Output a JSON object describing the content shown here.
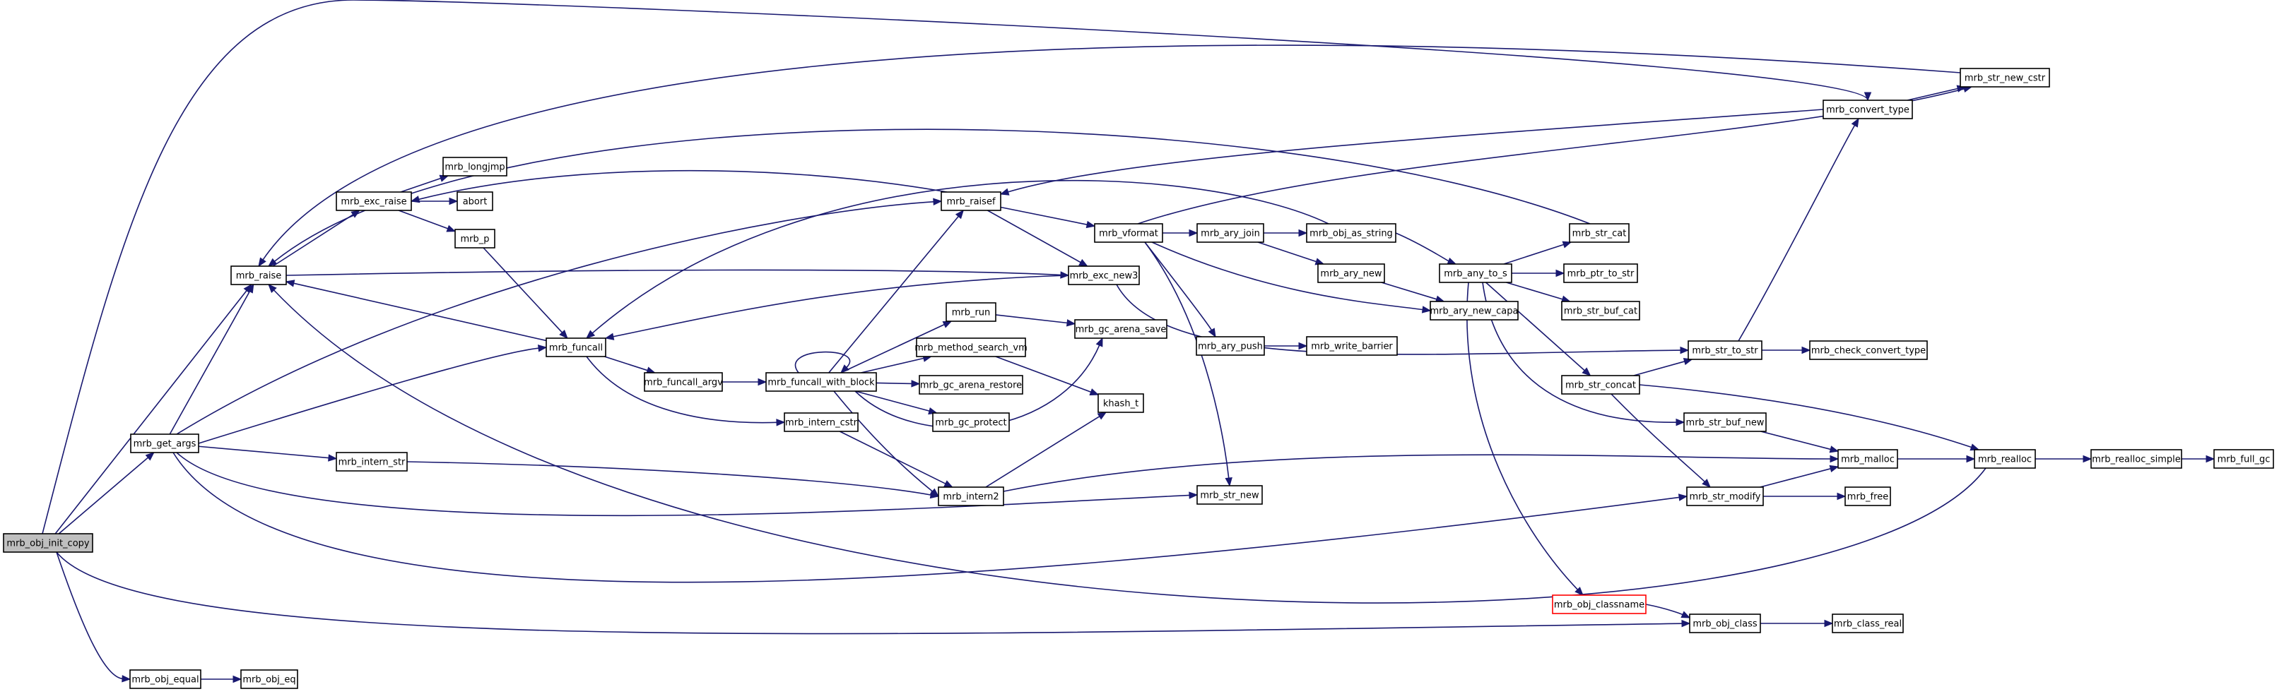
{
  "graph": {
    "kind": "call-graph",
    "root": "mrb_obj_init_copy",
    "colors": {
      "edge": "#191970",
      "node_border": "#000000",
      "root_fill": "#bfbfbf",
      "truncated_border": "#ff0000",
      "background": "#ffffff"
    },
    "nodes": [
      {
        "id": "mrb_obj_init_copy",
        "label": "mrb_obj_init_copy",
        "style": "root"
      },
      {
        "id": "mrb_get_args",
        "label": "mrb_get_args"
      },
      {
        "id": "mrb_raise",
        "label": "mrb_raise"
      },
      {
        "id": "mrb_obj_equal",
        "label": "mrb_obj_equal"
      },
      {
        "id": "mrb_obj_eq",
        "label": "mrb_obj_eq"
      },
      {
        "id": "mrb_exc_raise",
        "label": "mrb_exc_raise"
      },
      {
        "id": "mrb_longjmp",
        "label": "mrb_longjmp"
      },
      {
        "id": "abort",
        "label": "abort"
      },
      {
        "id": "mrb_p",
        "label": "mrb_p"
      },
      {
        "id": "mrb_funcall",
        "label": "mrb_funcall"
      },
      {
        "id": "mrb_funcall_argv",
        "label": "mrb_funcall_argv"
      },
      {
        "id": "mrb_funcall_with_block",
        "label": "mrb_funcall_with_block"
      },
      {
        "id": "mrb_intern_str",
        "label": "mrb_intern_str"
      },
      {
        "id": "mrb_intern_cstr",
        "label": "mrb_intern_cstr"
      },
      {
        "id": "mrb_intern2",
        "label": "mrb_intern2"
      },
      {
        "id": "mrb_raisef",
        "label": "mrb_raisef"
      },
      {
        "id": "mrb_exc_new3",
        "label": "mrb_exc_new3"
      },
      {
        "id": "mrb_run",
        "label": "mrb_run"
      },
      {
        "id": "mrb_method_search_vm",
        "label": "mrb_method_search_vm"
      },
      {
        "id": "mrb_gc_arena_restore",
        "label": "mrb_gc_arena_restore"
      },
      {
        "id": "mrb_gc_protect",
        "label": "mrb_gc_protect"
      },
      {
        "id": "mrb_gc_arena_save",
        "label": "mrb_gc_arena_save"
      },
      {
        "id": "khash_t",
        "label": "khash_t"
      },
      {
        "id": "mrb_vformat",
        "label": "mrb_vformat"
      },
      {
        "id": "mrb_ary_join",
        "label": "mrb_ary_join"
      },
      {
        "id": "mrb_obj_as_string",
        "label": "mrb_obj_as_string"
      },
      {
        "id": "mrb_ary_new",
        "label": "mrb_ary_new"
      },
      {
        "id": "mrb_ary_new_capa",
        "label": "mrb_ary_new_capa"
      },
      {
        "id": "mrb_ary_push",
        "label": "mrb_ary_push"
      },
      {
        "id": "mrb_write_barrier",
        "label": "mrb_write_barrier"
      },
      {
        "id": "mrb_str_new",
        "label": "mrb_str_new"
      },
      {
        "id": "mrb_any_to_s",
        "label": "mrb_any_to_s"
      },
      {
        "id": "mrb_str_cat",
        "label": "mrb_str_cat"
      },
      {
        "id": "mrb_ptr_to_str",
        "label": "mrb_ptr_to_str"
      },
      {
        "id": "mrb_str_buf_cat",
        "label": "mrb_str_buf_cat"
      },
      {
        "id": "mrb_str_concat",
        "label": "mrb_str_concat"
      },
      {
        "id": "mrb_str_buf_new",
        "label": "mrb_str_buf_new"
      },
      {
        "id": "mrb_obj_classname",
        "label": "mrb_obj_classname",
        "style": "truncated"
      },
      {
        "id": "mrb_convert_type",
        "label": "mrb_convert_type"
      },
      {
        "id": "mrb_str_new_cstr",
        "label": "mrb_str_new_cstr"
      },
      {
        "id": "mrb_str_to_str",
        "label": "mrb_str_to_str"
      },
      {
        "id": "mrb_check_convert_type",
        "label": "mrb_check_convert_type"
      },
      {
        "id": "mrb_str_modify",
        "label": "mrb_str_modify"
      },
      {
        "id": "mrb_free",
        "label": "mrb_free"
      },
      {
        "id": "mrb_malloc",
        "label": "mrb_malloc"
      },
      {
        "id": "mrb_realloc",
        "label": "mrb_realloc"
      },
      {
        "id": "mrb_realloc_simple",
        "label": "mrb_realloc_simple"
      },
      {
        "id": "mrb_full_gc",
        "label": "mrb_full_gc"
      },
      {
        "id": "mrb_obj_class",
        "label": "mrb_obj_class"
      },
      {
        "id": "mrb_class_real",
        "label": "mrb_class_real"
      }
    ],
    "edges": [
      [
        "mrb_obj_init_copy",
        "mrb_get_args"
      ],
      [
        "mrb_obj_init_copy",
        "mrb_raise"
      ],
      [
        "mrb_obj_init_copy",
        "mrb_obj_equal"
      ],
      [
        "mrb_obj_init_copy",
        "mrb_obj_class"
      ],
      [
        "mrb_obj_init_copy",
        "mrb_convert_type"
      ],
      [
        "mrb_obj_equal",
        "mrb_obj_eq"
      ],
      [
        "mrb_get_args",
        "mrb_raise"
      ],
      [
        "mrb_get_args",
        "mrb_raisef"
      ],
      [
        "mrb_get_args",
        "mrb_funcall"
      ],
      [
        "mrb_get_args",
        "mrb_intern_str"
      ],
      [
        "mrb_get_args",
        "mrb_str_new"
      ],
      [
        "mrb_get_args",
        "mrb_str_modify"
      ],
      [
        "mrb_raise",
        "mrb_exc_raise"
      ],
      [
        "mrb_raise",
        "mrb_exc_new3"
      ],
      [
        "mrb_exc_raise",
        "mrb_longjmp"
      ],
      [
        "mrb_exc_raise",
        "abort"
      ],
      [
        "mrb_exc_raise",
        "mrb_p"
      ],
      [
        "mrb_p",
        "mrb_funcall"
      ],
      [
        "mrb_funcall",
        "mrb_raise"
      ],
      [
        "mrb_funcall",
        "mrb_funcall_argv"
      ],
      [
        "mrb_funcall",
        "mrb_intern_cstr"
      ],
      [
        "mrb_funcall_argv",
        "mrb_funcall_with_block"
      ],
      [
        "mrb_funcall_with_block",
        "mrb_funcall_with_block"
      ],
      [
        "mrb_funcall_with_block",
        "mrb_raisef"
      ],
      [
        "mrb_funcall_with_block",
        "mrb_run"
      ],
      [
        "mrb_funcall_with_block",
        "mrb_method_search_vm"
      ],
      [
        "mrb_funcall_with_block",
        "mrb_gc_arena_restore"
      ],
      [
        "mrb_funcall_with_block",
        "mrb_gc_protect"
      ],
      [
        "mrb_funcall_with_block",
        "mrb_gc_arena_save"
      ],
      [
        "mrb_funcall_with_block",
        "mrb_intern2"
      ],
      [
        "mrb_run",
        "mrb_gc_arena_save"
      ],
      [
        "mrb_method_search_vm",
        "khash_t"
      ],
      [
        "mrb_intern_str",
        "mrb_intern2"
      ],
      [
        "mrb_intern_cstr",
        "mrb_intern2"
      ],
      [
        "mrb_intern2",
        "khash_t"
      ],
      [
        "mrb_intern2",
        "mrb_malloc"
      ],
      [
        "mrb_raisef",
        "mrb_exc_raise"
      ],
      [
        "mrb_raisef",
        "mrb_vformat"
      ],
      [
        "mrb_raisef",
        "mrb_exc_new3"
      ],
      [
        "mrb_exc_new3",
        "mrb_funcall"
      ],
      [
        "mrb_exc_new3",
        "mrb_str_to_str"
      ],
      [
        "mrb_vformat",
        "mrb_ary_join"
      ],
      [
        "mrb_vformat",
        "mrb_ary_new_capa"
      ],
      [
        "mrb_vformat",
        "mrb_ary_push"
      ],
      [
        "mrb_vformat",
        "mrb_str_new"
      ],
      [
        "mrb_vformat",
        "mrb_str_new_cstr"
      ],
      [
        "mrb_ary_join",
        "mrb_obj_as_string"
      ],
      [
        "mrb_ary_join",
        "mrb_ary_new"
      ],
      [
        "mrb_ary_new",
        "mrb_ary_new_capa"
      ],
      [
        "mrb_ary_push",
        "mrb_write_barrier"
      ],
      [
        "mrb_obj_as_string",
        "mrb_funcall"
      ],
      [
        "mrb_obj_as_string",
        "mrb_any_to_s"
      ],
      [
        "mrb_any_to_s",
        "mrb_str_cat"
      ],
      [
        "mrb_any_to_s",
        "mrb_ptr_to_str"
      ],
      [
        "mrb_any_to_s",
        "mrb_str_buf_cat"
      ],
      [
        "mrb_any_to_s",
        "mrb_str_concat"
      ],
      [
        "mrb_any_to_s",
        "mrb_str_buf_new"
      ],
      [
        "mrb_any_to_s",
        "mrb_obj_classname"
      ],
      [
        "mrb_str_cat",
        "mrb_raise"
      ],
      [
        "mrb_str_concat",
        "mrb_str_to_str"
      ],
      [
        "mrb_str_concat",
        "mrb_str_modify"
      ],
      [
        "mrb_str_concat",
        "mrb_realloc"
      ],
      [
        "mrb_str_to_str",
        "mrb_convert_type"
      ],
      [
        "mrb_str_to_str",
        "mrb_check_convert_type"
      ],
      [
        "mrb_convert_type",
        "mrb_raisef"
      ],
      [
        "mrb_convert_type",
        "mrb_str_new_cstr"
      ],
      [
        "mrb_str_new_cstr",
        "mrb_raise"
      ],
      [
        "mrb_str_buf_new",
        "mrb_malloc"
      ],
      [
        "mrb_str_modify",
        "mrb_malloc"
      ],
      [
        "mrb_str_modify",
        "mrb_free"
      ],
      [
        "mrb_malloc",
        "mrb_realloc"
      ],
      [
        "mrb_realloc",
        "mrb_realloc_simple"
      ],
      [
        "mrb_realloc",
        "mrb_raise"
      ],
      [
        "mrb_realloc_simple",
        "mrb_full_gc"
      ],
      [
        "mrb_obj_classname",
        "mrb_obj_class"
      ],
      [
        "mrb_obj_class",
        "mrb_class_real"
      ]
    ]
  }
}
